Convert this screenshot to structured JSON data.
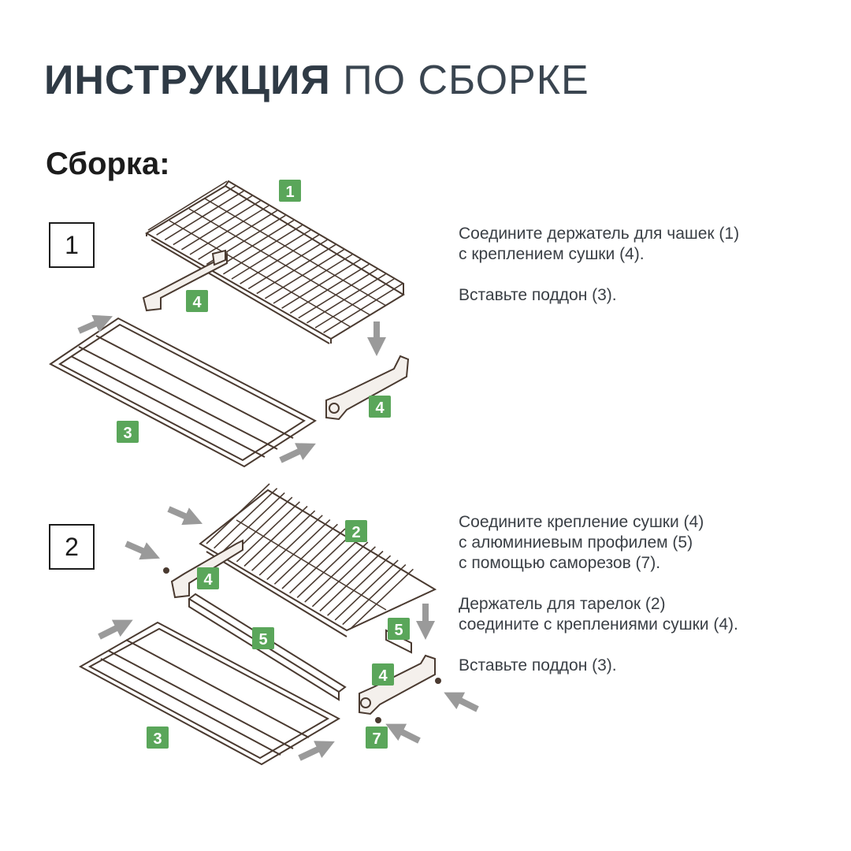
{
  "header": {
    "title_bold": "ИНСТРУКЦИЯ",
    "title_light": "ПО СБОРКЕ",
    "subtitle": "Сборка:"
  },
  "steps": [
    {
      "number": "1",
      "paragraphs": [
        [
          "Соедините держатель для чашек (1)",
          "с креплением сушки (4)."
        ],
        [
          "Вставьте поддон (3)."
        ]
      ]
    },
    {
      "number": "2",
      "paragraphs": [
        [
          "Соедините крепление сушки (4)",
          "с алюминиевым профилем (5)",
          "с помощью саморезов (7)."
        ],
        [
          "Держатель для тарелок (2)",
          "соедините с креплениями сушки (4)."
        ],
        [
          "Вставьте поддон (3)."
        ]
      ]
    }
  ],
  "part_labels": {
    "cup_holder": "1",
    "plate_holder": "2",
    "tray": "3",
    "mount": "4",
    "profile": "5",
    "screw": "7"
  },
  "colors": {
    "label_green": "#5aa65a",
    "line_brown": "#4a3a30",
    "arrow_gray": "#9a9a9a"
  }
}
